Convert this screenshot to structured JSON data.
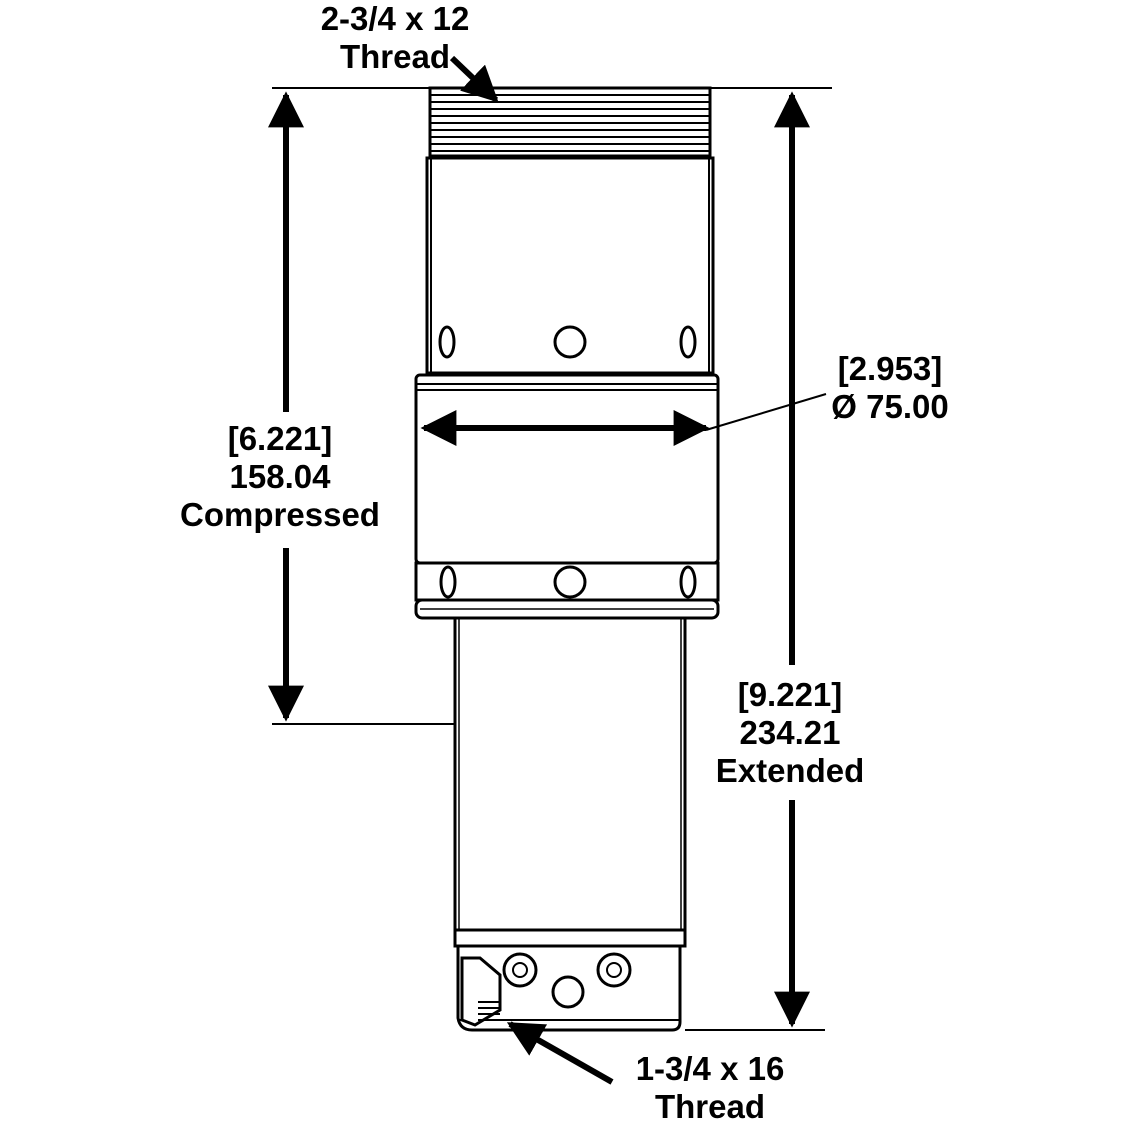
{
  "labels": {
    "top_thread": {
      "line1": "2-3/4 x 12",
      "line2": "Thread"
    },
    "compressed": {
      "inch": "[6.221]",
      "mm": "158.04",
      "word": "Compressed"
    },
    "diameter": {
      "inch": "[2.953]",
      "mm": "Ø 75.00"
    },
    "extended": {
      "inch": "[9.221]",
      "mm": "234.21",
      "word": "Extended"
    },
    "bottom_thread": {
      "line1": "1-3/4 x 16",
      "line2": "Thread"
    }
  },
  "colors": {
    "ink": "#000000",
    "paper": "#ffffff"
  }
}
